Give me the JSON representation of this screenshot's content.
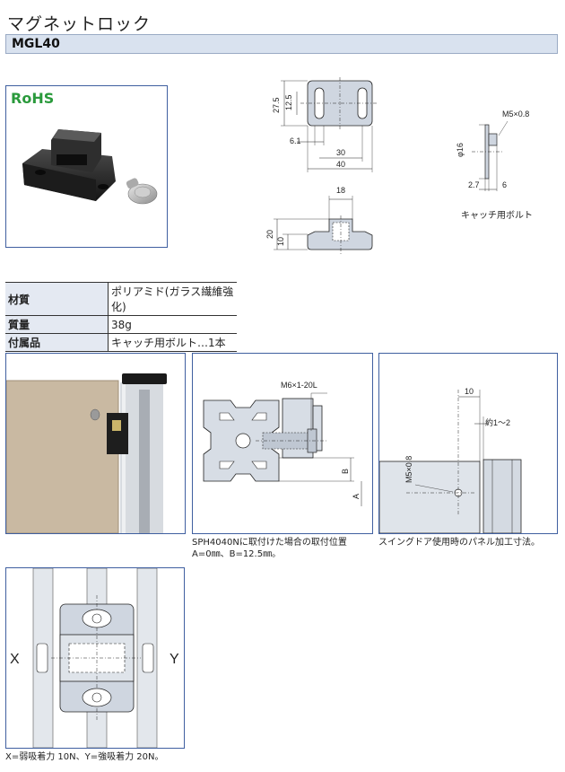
{
  "header": {
    "title": "マグネットロック",
    "model": "MGL40"
  },
  "rohs_logo": "RoHS",
  "drawings": {
    "top_view": {
      "dims": [
        "27.5",
        "12.5",
        "6.1",
        "30",
        "40"
      ]
    },
    "front_view": {
      "dims": [
        "18",
        "20",
        "10"
      ]
    },
    "bolt": {
      "dims": [
        "M5×0.8",
        "φ16",
        "2.7",
        "6"
      ],
      "caption": "キャッチ用ボルト"
    }
  },
  "specs": [
    {
      "key": "材質",
      "value": "ポリアミド(ガラス繊維強化)"
    },
    {
      "key": "質量",
      "value": "38g"
    },
    {
      "key": "付属品",
      "value": "キャッチ用ボルト…1本"
    }
  ],
  "mounting": {
    "bolt_label": "M6×1-20L",
    "dim_b": "B",
    "dim_a": "A",
    "caption_line1": "SPH4040Nに取付けた場合の取付位置",
    "caption_line2": "A=0㎜、B=12.5㎜。"
  },
  "panel": {
    "dim_10": "10",
    "dim_gap": "約1～2",
    "hole_label": "M5×0.8",
    "caption": "スイングドア使用時のパネル加工寸法。"
  },
  "force": {
    "label_x": "X",
    "label_y": "Y",
    "caption": "X=弱吸着力 10N、Y=強吸着力 20N。"
  }
}
